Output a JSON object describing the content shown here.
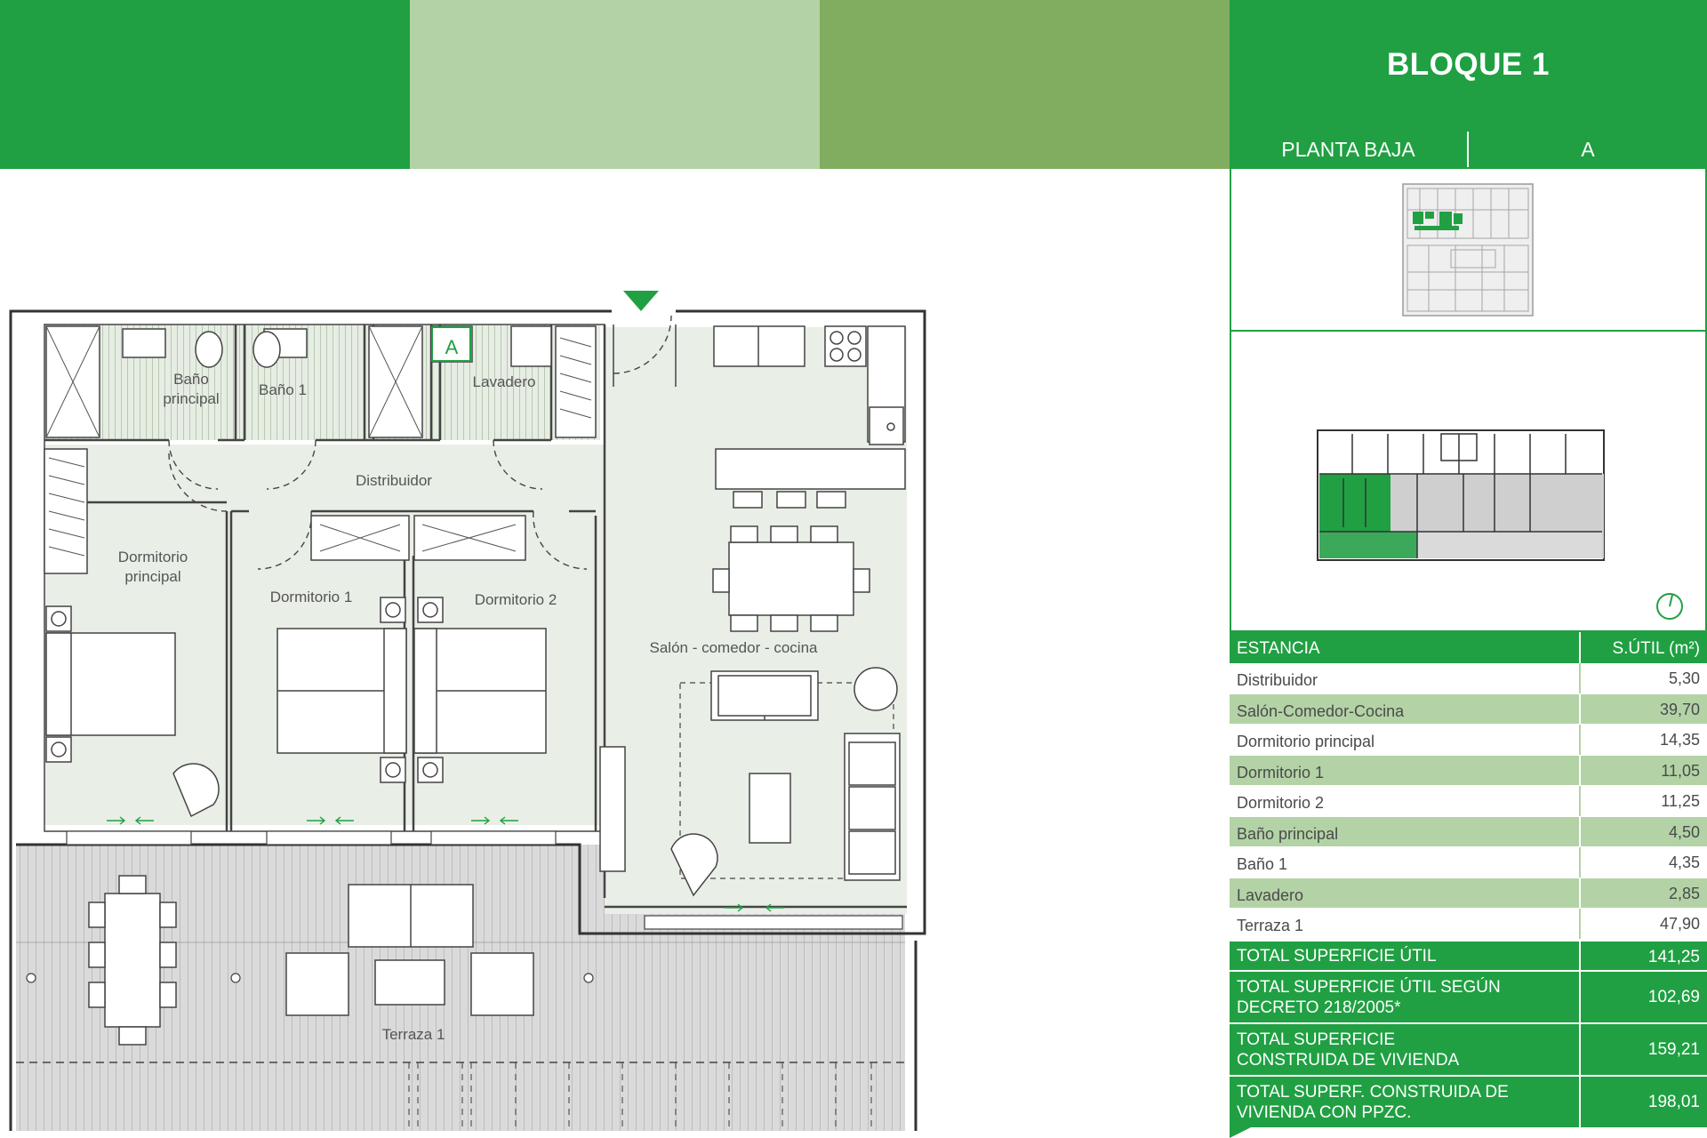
{
  "header": {
    "block_title": "BLOQUE 1",
    "floor": "PLANTA BAJA",
    "unit": "A"
  },
  "colors": {
    "primary_green": "#20a043",
    "light_green": "#b3d3a6",
    "mid_green": "#80ad5f",
    "room_fill": "#e9efe7",
    "terrace_fill": "#dcdcdc"
  },
  "plan": {
    "unit_tag": "A",
    "rooms": {
      "bano_principal": "Baño\nprincipal",
      "bano_1": "Baño 1",
      "lavadero": "Lavadero",
      "distribuidor": "Distribuidor",
      "dormitorio_principal": "Dormitorio\nprincipal",
      "dormitorio_1": "Dormitorio 1",
      "dormitorio_2": "Dormitorio 2",
      "salon": "Salón - comedor - cocina",
      "terraza": "Terraza 1"
    },
    "icons": [
      "entrance-arrow-icon",
      "north-compass-icon"
    ]
  },
  "table": {
    "col_room": "ESTANCIA",
    "col_area": "S.ÚTIL (m²)",
    "rows": [
      {
        "room": "Distribuidor",
        "area": "5,30"
      },
      {
        "room": "Salón-Comedor-Cocina",
        "area": "39,70"
      },
      {
        "room": "Dormitorio principal",
        "area": "14,35"
      },
      {
        "room": "Dormitorio 1",
        "area": "11,05"
      },
      {
        "room": "Dormitorio 2",
        "area": "11,25"
      },
      {
        "room": "Baño principal",
        "area": "4,50"
      },
      {
        "room": "Baño 1",
        "area": "4,35"
      },
      {
        "room": "Lavadero",
        "area": "2,85"
      },
      {
        "room": "Terraza 1",
        "area": "47,90"
      }
    ],
    "totals": [
      {
        "label": "TOTAL SUPERFICIE ÚTIL",
        "value": "141,25"
      },
      {
        "label": "TOTAL SUPERFICIE ÚTIL SEGÚN\nDECRETO 218/2005*",
        "value": "102,69"
      },
      {
        "label": "TOTAL SUPERFICIE\nCONSTRUIDA DE VIVIENDA",
        "value": "159,21"
      },
      {
        "label": "TOTAL SUPERF. CONSTRUIDA DE\nVIVIENDA CON PPZC.",
        "value": "198,01"
      }
    ]
  }
}
